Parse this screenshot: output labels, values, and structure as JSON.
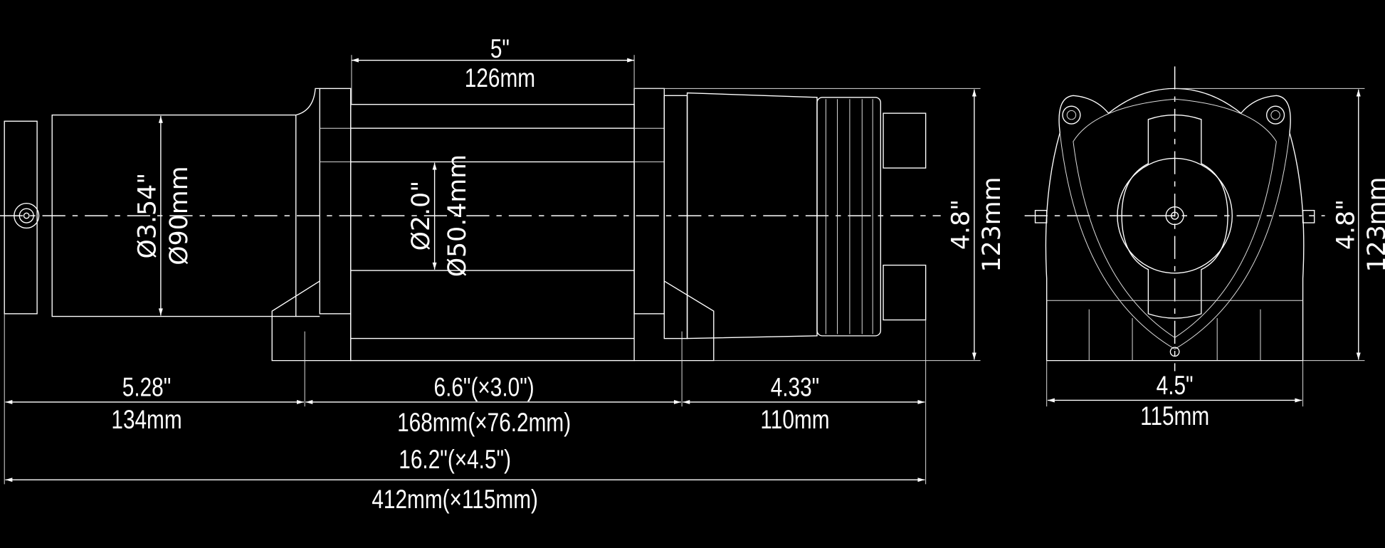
{
  "colors": {
    "background": "#000000",
    "lines": "#ffffff"
  },
  "side_view": {
    "drum_length": {
      "inch": "5\"",
      "mm": "126mm"
    },
    "motor_diameter": {
      "inch": "Ø3.54\"",
      "mm": "Ø90mm"
    },
    "drum_diameter": {
      "inch": "Ø2.0\"",
      "mm": "Ø50.4mm"
    },
    "height": {
      "inch": "4.8\"",
      "mm": "123mm"
    },
    "motor_length": {
      "inch": "5.28\"",
      "mm": "134mm"
    },
    "mount_span": {
      "inch": "6.6\"(×3.0\")",
      "mm": "168mm(×76.2mm)"
    },
    "gearbox_length": {
      "inch": "4.33\"",
      "mm": "110mm"
    },
    "overall_length": {
      "inch": "16.2\"(×4.5\")",
      "mm": "412mm(×115mm)"
    }
  },
  "end_view": {
    "width": {
      "inch": "4.5\"",
      "mm": "115mm"
    },
    "height": {
      "inch": "4.8\"",
      "mm": "123mm"
    }
  }
}
